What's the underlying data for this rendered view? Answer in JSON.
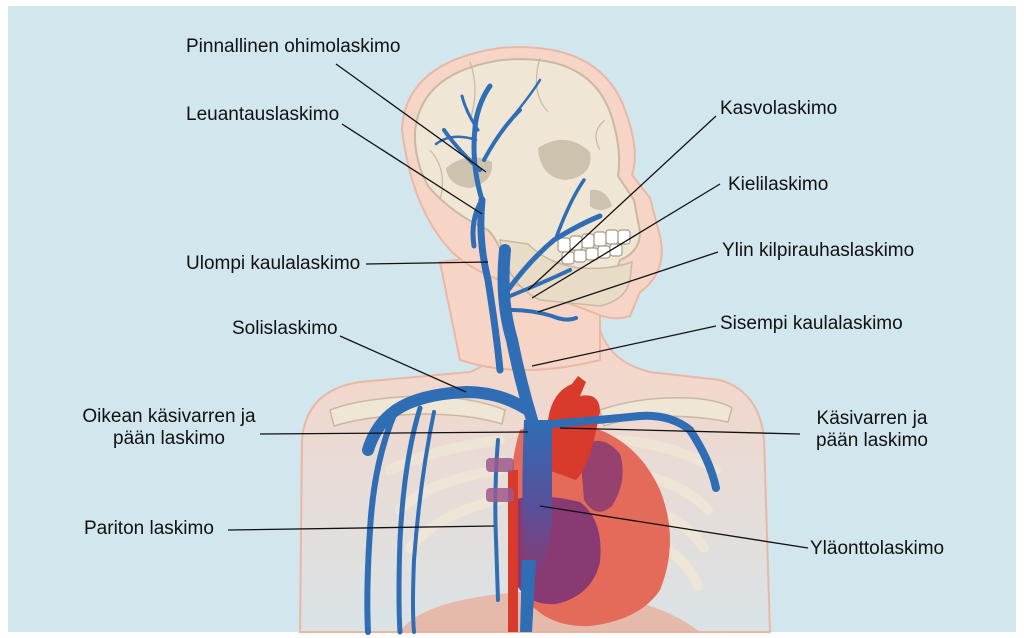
{
  "labels": {
    "superficial_temporal": "Pinnallinen ohimolaskimo",
    "retromandibular": "Leuantauslaskimo",
    "external_jugular": "Ulompi kaulalaskimo",
    "subclavian": "Solislaskimo",
    "right_brachiocephalic_line1": "Oikean käsivarren ja",
    "right_brachiocephalic_line2": "pään laskimo",
    "azygos": "Pariton laskimo",
    "facial": "Kasvolaskimo",
    "lingual": "Kielilaskimo",
    "superior_thyroid": "Ylin kilpirauhaslaskimo",
    "internal_jugular": "Sisempi kaulalaskimo",
    "left_brachiocephalic_line1": "Käsivarren ja",
    "left_brachiocephalic_line2": "pään laskimo",
    "superior_vena_cava": "Yläonttolaskimo"
  },
  "colors": {
    "background": "#d2e6ee",
    "skin": "#f6d5c7",
    "bone": "#efe6d6",
    "vein": "#2f6db5",
    "artery": "#d83a2c",
    "heart": "#e46a5a",
    "heart_deoxygenated": "#8a3a72",
    "leader_line": "#111111"
  }
}
